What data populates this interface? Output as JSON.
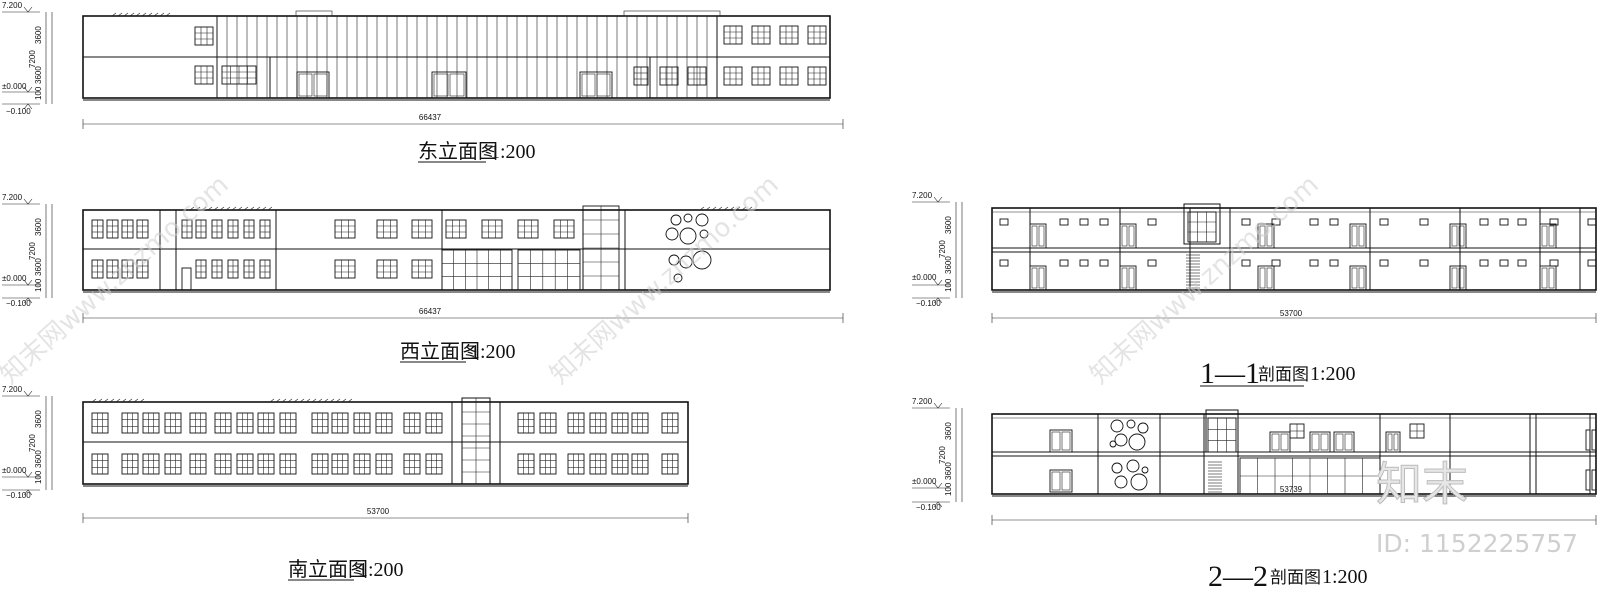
{
  "drawings": {
    "east": {
      "title": "东立面图",
      "scale": "1:200",
      "overall_dim": "66437"
    },
    "west": {
      "title": "西立面图",
      "scale": "1:200",
      "overall_dim": "66437"
    },
    "south": {
      "title": "南立面图",
      "scale": "1:200",
      "overall_dim": "53700"
    },
    "section_1": {
      "title": "1—1",
      "subtitle": "剖面图",
      "scale": "1:200",
      "overall_dim": "53700"
    },
    "section_2": {
      "title": "2—2",
      "subtitle": "剖面图",
      "scale": "1:200",
      "overall_dim": "53739"
    }
  },
  "levels": {
    "roof": "7.200",
    "ground": "±0.000",
    "outside": "−0.100"
  },
  "dims": {
    "floor_height": "3600",
    "total_height": "7200",
    "plinth": "100"
  },
  "watermark": {
    "text": "知末网www.znzmo.com",
    "logo": "知末",
    "id_label": "ID: 1152225757"
  },
  "colors": {
    "line": "#111111",
    "watermark": "#cfcfcf",
    "background": "#ffffff"
  }
}
